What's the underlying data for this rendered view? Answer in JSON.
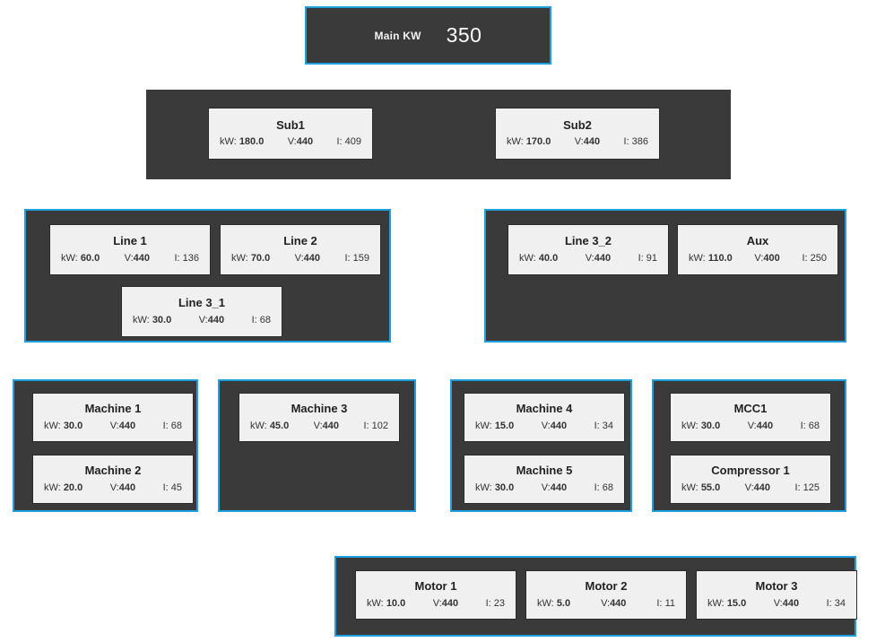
{
  "header": {
    "label": "Main KW",
    "value": "350",
    "accent_color": "#1f9fe0",
    "panel_color": "#3a3a3a",
    "card_color": "#f0f0f0"
  },
  "rows": [
    {
      "name": "substation-row",
      "bordered": false,
      "nodes": [
        {
          "title": "Sub1",
          "kw_label": "kW:",
          "kw": "180.0",
          "v_label": "V:",
          "v": "440",
          "i_label": "I:",
          "i": "409"
        },
        {
          "title": "Sub2",
          "kw_label": "kW:",
          "kw": "170.0",
          "v_label": "V:",
          "v": "440",
          "i_label": "I:",
          "i": "386"
        }
      ]
    },
    {
      "name": "line-row",
      "bordered": true,
      "nodes": [
        {
          "title": "Line 1",
          "kw_label": "kW:",
          "kw": "60.0",
          "v_label": "V:",
          "v": "440",
          "i_label": "I:",
          "i": "136"
        },
        {
          "title": "Line 2",
          "kw_label": "kW:",
          "kw": "70.0",
          "v_label": "V:",
          "v": "440",
          "i_label": "I:",
          "i": "159"
        },
        {
          "title": "Line 3_1",
          "kw_label": "kW:",
          "kw": "30.0",
          "v_label": "V:",
          "v": "440",
          "i_label": "I:",
          "i": "68"
        },
        {
          "title": "Line 3_2",
          "kw_label": "kW:",
          "kw": "40.0",
          "v_label": "V:",
          "v": "440",
          "i_label": "I:",
          "i": "91"
        },
        {
          "title": "Aux",
          "kw_label": "kW:",
          "kw": "110.0",
          "v_label": "V:",
          "v": "400",
          "i_label": "I:",
          "i": "250"
        }
      ]
    },
    {
      "name": "machine-row",
      "bordered": true,
      "nodes": [
        {
          "title": "Machine 1",
          "kw_label": "kW:",
          "kw": "30.0",
          "v_label": "V:",
          "v": "440",
          "i_label": "I:",
          "i": "68"
        },
        {
          "title": "Machine 2",
          "kw_label": "kW:",
          "kw": "20.0",
          "v_label": "V:",
          "v": "440",
          "i_label": "I:",
          "i": "45"
        },
        {
          "title": "Machine 3",
          "kw_label": "kW:",
          "kw": "45.0",
          "v_label": "V:",
          "v": "440",
          "i_label": "I:",
          "i": "102"
        },
        {
          "title": "Machine 4",
          "kw_label": "kW:",
          "kw": "15.0",
          "v_label": "V:",
          "v": "440",
          "i_label": "I:",
          "i": "34"
        },
        {
          "title": "Machine 5",
          "kw_label": "kW:",
          "kw": "30.0",
          "v_label": "V:",
          "v": "440",
          "i_label": "I:",
          "i": "68"
        },
        {
          "title": "MCC1",
          "kw_label": "kW:",
          "kw": "30.0",
          "v_label": "V:",
          "v": "440",
          "i_label": "I:",
          "i": "68"
        },
        {
          "title": "Compressor 1",
          "kw_label": "kW:",
          "kw": "55.0",
          "v_label": "V:",
          "v": "440",
          "i_label": "I:",
          "i": "125"
        }
      ]
    },
    {
      "name": "motor-row",
      "bordered": true,
      "nodes": [
        {
          "title": "Motor 1",
          "kw_label": "kW:",
          "kw": "10.0",
          "v_label": "V:",
          "v": "440",
          "i_label": "I:",
          "i": "23"
        },
        {
          "title": "Motor 2",
          "kw_label": "kW:",
          "kw": "5.0",
          "v_label": "V:",
          "v": "440",
          "i_label": "I:",
          "i": "11"
        },
        {
          "title": "Motor 3",
          "kw_label": "kW:",
          "kw": "15.0",
          "v_label": "V:",
          "v": "440",
          "i_label": "I:",
          "i": "34"
        }
      ]
    }
  ],
  "nodes": {
    "sub1": {
      "title": "Sub1",
      "kw_label": "kW:",
      "kw": "180.0",
      "v_label": "V:",
      "v": "440",
      "i_label": "I:",
      "i": "409"
    },
    "sub2": {
      "title": "Sub2",
      "kw_label": "kW:",
      "kw": "170.0",
      "v_label": "V:",
      "v": "440",
      "i_label": "I:",
      "i": "386"
    },
    "line1": {
      "title": "Line 1",
      "kw_label": "kW:",
      "kw": "60.0",
      "v_label": "V:",
      "v": "440",
      "i_label": "I:",
      "i": "136"
    },
    "line2": {
      "title": "Line 2",
      "kw_label": "kW:",
      "kw": "70.0",
      "v_label": "V:",
      "v": "440",
      "i_label": "I:",
      "i": "159"
    },
    "line3_1": {
      "title": "Line 3_1",
      "kw_label": "kW:",
      "kw": "30.0",
      "v_label": "V:",
      "v": "440",
      "i_label": "I:",
      "i": "68"
    },
    "line3_2": {
      "title": "Line 3_2",
      "kw_label": "kW:",
      "kw": "40.0",
      "v_label": "V:",
      "v": "440",
      "i_label": "I:",
      "i": "91"
    },
    "aux": {
      "title": "Aux",
      "kw_label": "kW:",
      "kw": "110.0",
      "v_label": "V:",
      "v": "400",
      "i_label": "I:",
      "i": "250"
    },
    "machine1": {
      "title": "Machine 1",
      "kw_label": "kW:",
      "kw": "30.0",
      "v_label": "V:",
      "v": "440",
      "i_label": "I:",
      "i": "68"
    },
    "machine2": {
      "title": "Machine 2",
      "kw_label": "kW:",
      "kw": "20.0",
      "v_label": "V:",
      "v": "440",
      "i_label": "I:",
      "i": "45"
    },
    "machine3": {
      "title": "Machine 3",
      "kw_label": "kW:",
      "kw": "45.0",
      "v_label": "V:",
      "v": "440",
      "i_label": "I:",
      "i": "102"
    },
    "machine4": {
      "title": "Machine 4",
      "kw_label": "kW:",
      "kw": "15.0",
      "v_label": "V:",
      "v": "440",
      "i_label": "I:",
      "i": "34"
    },
    "machine5": {
      "title": "Machine 5",
      "kw_label": "kW:",
      "kw": "30.0",
      "v_label": "V:",
      "v": "440",
      "i_label": "I:",
      "i": "68"
    },
    "mcc1": {
      "title": "MCC1",
      "kw_label": "kW:",
      "kw": "30.0",
      "v_label": "V:",
      "v": "440",
      "i_label": "I:",
      "i": "68"
    },
    "compressor1": {
      "title": "Compressor 1",
      "kw_label": "kW:",
      "kw": "55.0",
      "v_label": "V:",
      "v": "440",
      "i_label": "I:",
      "i": "125"
    },
    "motor1": {
      "title": "Motor 1",
      "kw_label": "kW:",
      "kw": "10.0",
      "v_label": "V:",
      "v": "440",
      "i_label": "I:",
      "i": "23"
    },
    "motor2": {
      "title": "Motor 2",
      "kw_label": "kW:",
      "kw": "5.0",
      "v_label": "V:",
      "v": "440",
      "i_label": "I:",
      "i": "11"
    },
    "motor3": {
      "title": "Motor 3",
      "kw_label": "kW:",
      "kw": "15.0",
      "v_label": "V:",
      "v": "440",
      "i_label": "I:",
      "i": "34"
    }
  }
}
